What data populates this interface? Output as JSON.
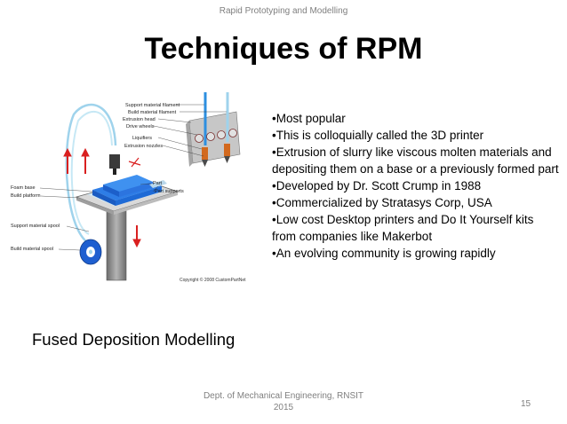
{
  "header": {
    "text": "Rapid Prototyping and Modelling"
  },
  "title": "Techniques of RPM",
  "figure": {
    "labels": {
      "support_filament": "Support material filament",
      "build_filament": "Build material filament",
      "extrusion_head": "Extrusion head",
      "drive_wheels": "Drive wheels",
      "liquifiers": "Liquifiers",
      "extrusion_nozzles": "Extrusion nozzles",
      "foam_base": "Foam base",
      "build_platform": "Build platform",
      "part": "Part",
      "part_supports": "Part supports",
      "support_spool": "Support material spool",
      "build_spool": "Build material spool"
    },
    "copyright": "Copyright © 2008 CustomPartNet",
    "colors": {
      "build": "#1e5fd0",
      "support": "#b9d7ea",
      "filament": "#9fd3ec",
      "column": "#8a8a8a",
      "arrow": "#d92020",
      "nozzle": "#d2691e"
    }
  },
  "bullets": [
    "Most popular",
    "This is colloquially called the 3D printer",
    "Extrusion of slurry like viscous molten materials and depositing them on a base or a previously formed part",
    "Developed by Dr. Scott Crump in 1988",
    "Commercialized by Stratasys Corp, USA",
    "Low cost Desktop printers and Do It Yourself kits from companies like Makerbot",
    "An evolving community is growing rapidly"
  ],
  "subtitle": "Fused Deposition Modelling",
  "footer": {
    "line1": "Dept. of Mechanical Engineering, RNSIT",
    "line2": "2015"
  },
  "page_number": "15"
}
